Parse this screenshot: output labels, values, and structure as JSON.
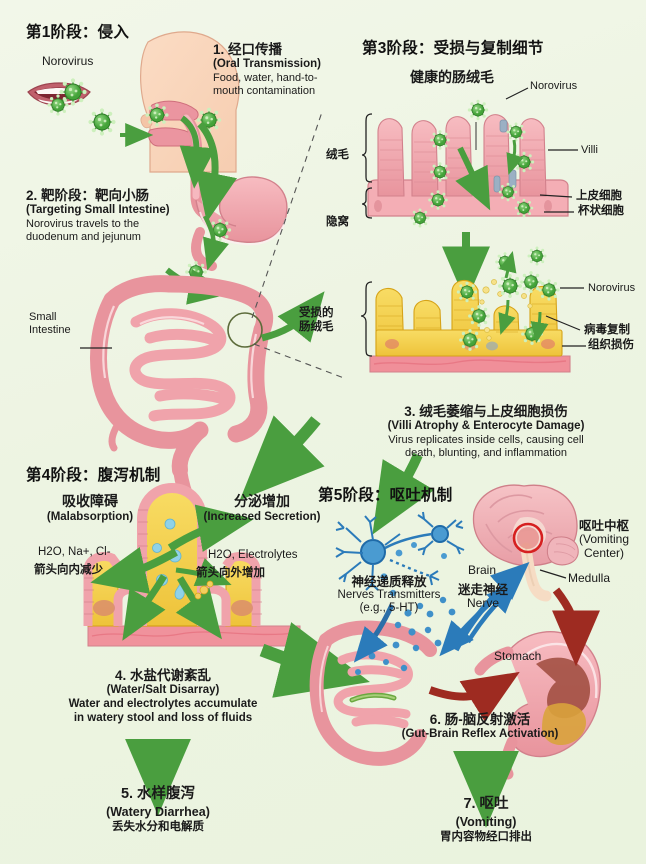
{
  "figure": {
    "background_color": "#eef5e4",
    "arrow_green": "#4a9e3f",
    "arrow_dark_red": "#9e2b21",
    "nerve_blue": "#2b7bba",
    "healthy_villi_color": "#f2a8ae",
    "damaged_villi_color": "#f5d24a",
    "virus_color": "#5cba4a"
  },
  "stage1": {
    "heading": "第1阶段：侵入",
    "norovirus_label": "Norovirus",
    "step_num_cn": "1. 经口传播",
    "step_en_bold": "(Oral Transmission)",
    "step_en_body": "Food, water, hand-to-\nmouth contamination"
  },
  "stage2": {
    "step_num_cn": "2. 靶阶段：靶向小肠",
    "step_en_bold": "(Targeting Small Intestine)",
    "step_en_body": "Norovirus travels to the\nduodenum and jejunum",
    "small_intestine_label": "Small\nIntestine"
  },
  "stage3": {
    "heading": "第3阶段：受损与复制细节",
    "healthy_title": "健康的肠绒毛",
    "labels": {
      "norovirus_top": "Norovirus",
      "villi_left": "绒毛",
      "crypt_left": "隐窝",
      "villi_right": "Villi",
      "epithelial_cells": "上皮细胞",
      "goblet_cells": "杯状细胞",
      "damaged_villi_left": "受损的\n肠绒毛",
      "norovirus_bottom": "Norovirus",
      "viral_replication": "病毒复制",
      "tissue_damage": "组织损伤"
    },
    "step_num_cn": "3. 绒毛萎缩与上皮细胞损伤",
    "step_en_bold": "(Villi Atrophy & Enterocyte Damage)",
    "step_en_body": "Virus replicates inside cells, causing cell\ndeath, blunting, and inflammation"
  },
  "stage4": {
    "heading": "第4阶段：腹泻机制",
    "left_title_cn": "吸收障碍",
    "left_title_en": "(Malabsorption)",
    "left_note_en": "H2O, Na+, Cl-",
    "left_note_cn": "箭头向内减少",
    "right_title_cn": "分泌增加",
    "right_title_en": "(Increased Secretion)",
    "right_note_en": "H2O, Electrolytes",
    "right_note_cn": "箭头向外增加",
    "step_num_cn": "4. 水盐代谢紊乱",
    "step_en_bold": "(Water/Salt Disarray)",
    "step_en_body": "Water and electrolytes accumulate\nin watery stool and loss of fluids"
  },
  "stage5": {
    "heading": "第5阶段：呕吐机制",
    "neuro_cn": "神经递质释放",
    "neuro_en1": "Nerves Transmitters",
    "neuro_en2": "(e.g., 5-HT)",
    "vagus_cn": "迷走神经",
    "vagus_en": "Nerve",
    "brain_label": "Brain",
    "vomiting_center_cn": "呕吐中枢",
    "vomiting_center_en1": "(Vomiting",
    "vomiting_center_en2": "Center)",
    "medulla_label": "Medulla",
    "stomach_label": "Stomach",
    "step_num_cn": "6. 肠-脑反射激活",
    "step_en_bold": "(Gut-Brain Reflex Activation)"
  },
  "outcome_diarrhea": {
    "num_cn": "5. 水样腹泻",
    "en_bold": "(Watery Diarrhea)",
    "cn_body": "丢失水分和电解质"
  },
  "outcome_vomiting": {
    "num_cn": "7. 呕吐",
    "en_bold": "(Vomiting)",
    "cn_body": "胃内容物经口排出"
  }
}
